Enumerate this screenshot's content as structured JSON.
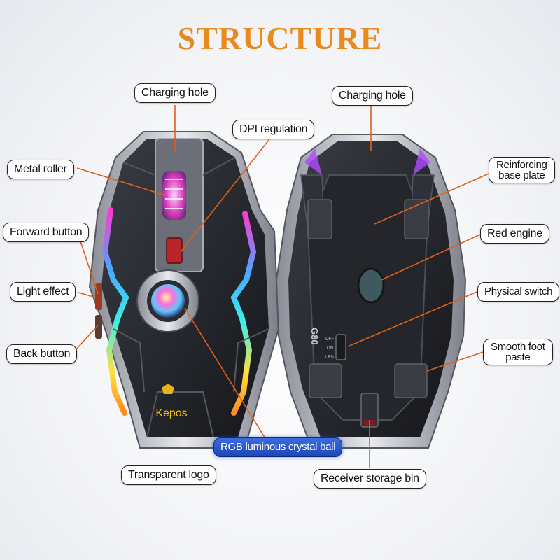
{
  "title": "STRUCTURE",
  "brand": "Kepos",
  "model": "G80",
  "switch_positions": [
    "OFF",
    "ON",
    "LED"
  ],
  "colors": {
    "title": "#e98a1c",
    "leader": "#e0601a",
    "rgb_badge": "#2a55d0"
  },
  "labels": {
    "charging_hole_front": "Charging hole",
    "dpi_regulation": "DPI regulation",
    "metal_roller": "Metal roller",
    "forward_button": "Forward button",
    "light_effect": "Light effect",
    "back_button": "Back button",
    "rgb_ball": "RGB luminous crystal ball",
    "transparent_logo": "Transparent logo",
    "charging_hole_back": "Charging hole",
    "reinforcing_line1": "Reinforcing",
    "reinforcing_line2": "base plate",
    "red_engine": "Red engine",
    "physical_switch": "Physical switch",
    "foot_line1": "Smooth foot",
    "foot_line2": "paste",
    "receiver_bin": "Receiver storage bin"
  }
}
